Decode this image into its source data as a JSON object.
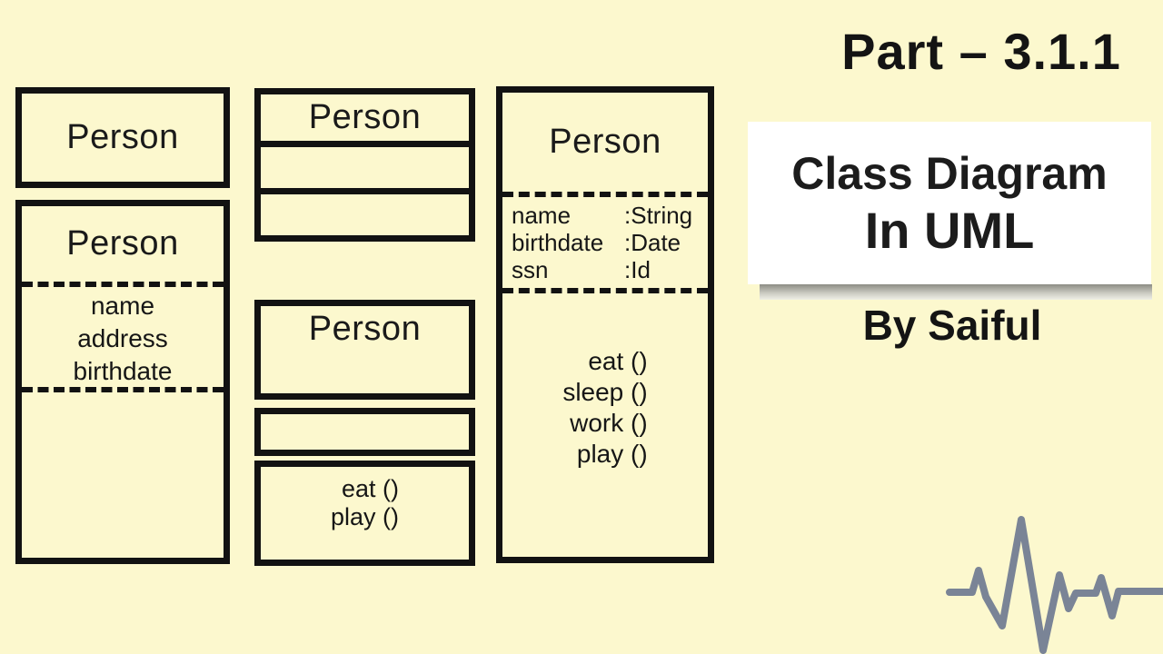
{
  "canvas": {
    "background": "#FCF8CE",
    "ink": "#121212"
  },
  "header": {
    "part_label": "Part – 3.1.1",
    "card_line1": "Class Diagram",
    "card_line2": "In UML",
    "author": "By Saiful"
  },
  "uml": {
    "left_top": {
      "title": "Person"
    },
    "left_bottom": {
      "title": "Person",
      "attributes": [
        "name",
        "address",
        "birthdate"
      ]
    },
    "mid_top": {
      "title": "Person"
    },
    "mid_b1": {
      "title": "Person"
    },
    "mid_b3": {
      "methods": [
        "eat ()",
        "play ()"
      ]
    },
    "right": {
      "title": "Person",
      "attributes": [
        {
          "name": "name",
          "type": ":String"
        },
        {
          "name": "birthdate",
          "type": ":Date"
        },
        {
          "name": "ssn",
          "type": ":Id"
        }
      ],
      "methods": [
        "eat ()",
        "sleep ()",
        "work ()",
        "play ()"
      ]
    }
  },
  "decor": {
    "pulse_icon": "ecg-pulse",
    "pulse_color": "#7A8496"
  }
}
